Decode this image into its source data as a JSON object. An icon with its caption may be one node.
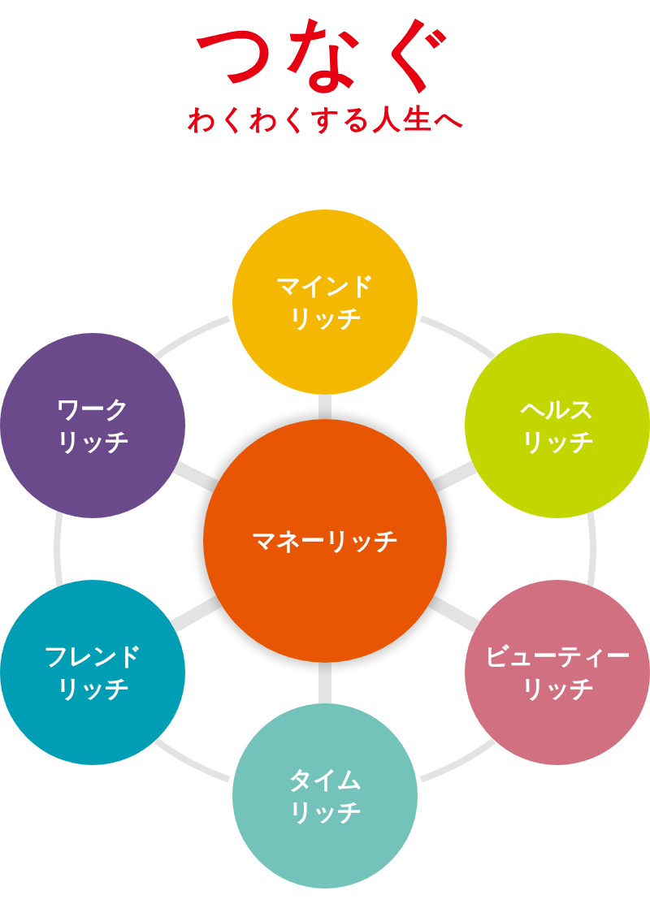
{
  "diagram": {
    "title": "つなぐ",
    "caption": "わくわくする人生へ",
    "nodes": [
      {
        "text": [
          "マインドリッチ"
        ]
      },
      {
        "text": [
          "ワークリッチ"
        ]
      },
      {
        "text": [
          "ヘルスリッチ"
        ]
      },
      {
        "text": [
          "マネーリッチ"
        ]
      },
      {
        "text": [
          "フレンドリッチ"
        ]
      },
      {
        "text": [
          "ビューティーリッチ"
        ]
      },
      {
        "text": [
          "タイムリッチ"
        ]
      }
    ],
    "edges": [
      {
        "from": 3,
        "to": 0,
        "arrow": "none",
        "style": "thick"
      },
      {
        "from": 3,
        "to": 2,
        "arrow": "none",
        "style": "thick"
      },
      {
        "from": 3,
        "to": 5,
        "arrow": "none",
        "style": "thick"
      },
      {
        "from": 3,
        "to": 6,
        "arrow": "none",
        "style": "thick"
      },
      {
        "from": 3,
        "to": 4,
        "arrow": "none",
        "style": "thick"
      },
      {
        "from": 3,
        "to": 1,
        "arrow": "none",
        "style": "thick"
      },
      {
        "from": 0,
        "to": 2,
        "arrow": "none"
      },
      {
        "from": 2,
        "to": 5,
        "arrow": "none"
      },
      {
        "from": 5,
        "to": 6,
        "arrow": "none"
      },
      {
        "from": 6,
        "to": 4,
        "arrow": "none"
      },
      {
        "from": 4,
        "to": 1,
        "arrow": "none"
      },
      {
        "from": 1,
        "to": 0,
        "arrow": "none"
      }
    ]
  }
}
